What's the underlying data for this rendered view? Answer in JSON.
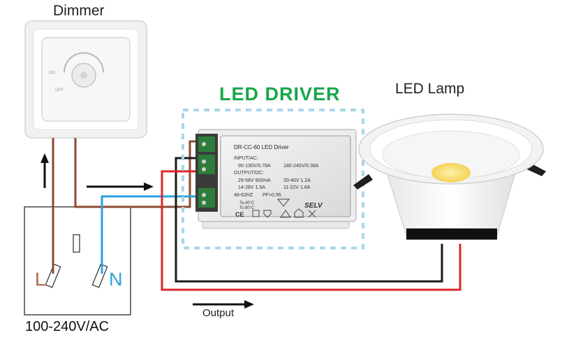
{
  "labels": {
    "dimmer": "Dimmer",
    "driver": "LED DRIVER",
    "lamp": "LED Lamp",
    "live": "L",
    "neutral": "N",
    "output": "Output",
    "mains": "100-240V/AC"
  },
  "dimmer_face": {
    "on": "ON",
    "off": "OFF"
  },
  "driver_plate": {
    "model": "DR-CC-60 LED Driver",
    "input_header": "INPUT/AC:",
    "input_1": "90-130V/0.78A",
    "input_2": "180-240V/0.39A",
    "output_header": "OUTPUT/DC:",
    "out_1": "29-58V 900mA",
    "out_2": "20-40V 1.2A",
    "out_3": "14-28V 1.5A",
    "out_4": "11-22V 1.8A",
    "freq": "48-62HZ",
    "pf": "PF>0.95",
    "ta": "Ta:40°C",
    "tc": "Tc:80°C",
    "selv": "SELV",
    "ce": "CE"
  },
  "colors": {
    "live_wire": "#8b4a2f",
    "neutral_wire": "#2aa1de",
    "dc_positive": "#e0242b",
    "dc_negative": "#1a1a1a",
    "driver_title": "#1aa64b",
    "dashed_frame": "#a9d6ea",
    "terminal_green": "#2e7d3a"
  }
}
